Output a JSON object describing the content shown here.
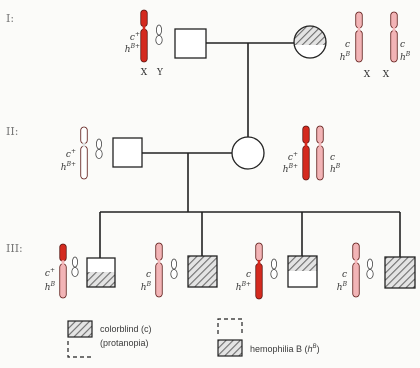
{
  "generations": [
    "I:",
    "II:",
    "III:"
  ],
  "alleles": {
    "c_plus": [
      "c",
      "+"
    ],
    "c": [
      "c",
      ""
    ],
    "hB_plus": [
      "h",
      "B+"
    ],
    "hB": [
      "h",
      "B"
    ]
  },
  "sex_chrom": {
    "X": "X",
    "Y": "Y"
  },
  "legend": {
    "colorblind": "colorblind (c)",
    "protanopia": "(protanopia)",
    "hemophilia_text": "hemophilia B (",
    "hemophilia_h": "h",
    "hemophilia_B": "B",
    "hemophilia_close": ")"
  },
  "colors": {
    "chrom_red": "#d42a1f",
    "chrom_pink": "#f2b4b6",
    "chrom_white": "#ffffff",
    "hatch": "#7a7a7a",
    "line": "#222222"
  }
}
